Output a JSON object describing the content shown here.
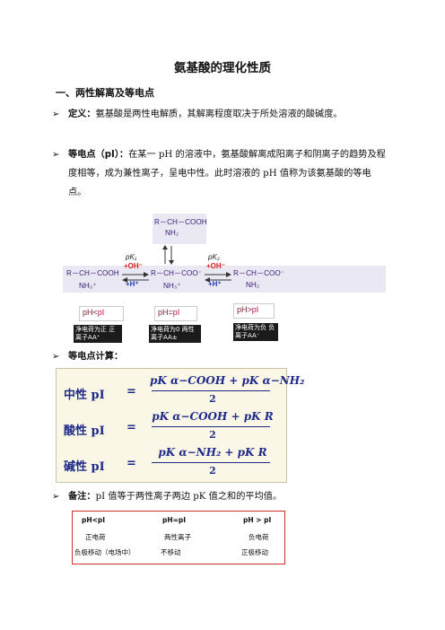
{
  "title": "氨基酸的理化性质",
  "section1": "一、两性解离及等电点",
  "bullet1": {
    "marker": "➢",
    "head": "定义：",
    "text": "氨基酸是两性电解质，其解离程度取决于所处溶液的酸碱度。"
  },
  "bullet2": {
    "marker": "➢",
    "head": "等电点（pI）：",
    "text": "在某一 pH 的溶液中，氨基酸解离成阳离子和阴离子的趋势及程度相等，成为兼性离子，呈电中性。此时溶液的 pH 值称为该氨基酸的等电点。"
  },
  "diagram": {
    "top_line1": "R－CH－COOH",
    "top_line2": "NH₂",
    "left_line1": "R－CH－COOH",
    "left_line2": "NH₃⁺",
    "mid_line1": "R－CH－COO⁻",
    "mid_line2": "NH₃⁺",
    "right_line1": "R－CH－COO⁻",
    "right_line2": "NH₂",
    "pk1": "pK₁",
    "pk2": "pK₂",
    "oh1": "+OH⁻",
    "h1": "+H⁺",
    "oh2": "+OH⁻",
    "h2": "+H⁺",
    "ph_left": "pH<",
    "ph_mid": "pH=",
    "ph_right": "pH>",
    "pi": "pI",
    "note_left": "净电荷为正 正离子AA⁺",
    "note_mid": "净电荷为0 两性离子AA±",
    "note_right": "净电荷为负 负离子AA⁻"
  },
  "bullet3": {
    "marker": "➢",
    "head": "等电点计算："
  },
  "formulas": [
    {
      "label": "中性",
      "pi": "pI",
      "eq": "=",
      "numerator": "pK α−COOH + pK α−NH₂",
      "denominator": "2"
    },
    {
      "label": "酸性",
      "pi": "pI",
      "eq": "=",
      "numerator": "pK α−COOH + pK R",
      "denominator": "2"
    },
    {
      "label": "碱性",
      "pi": "pI",
      "eq": "=",
      "numerator": "pK α−NH₂ + pK R",
      "denominator": "2"
    }
  ],
  "bullet4": {
    "marker": "➢",
    "head": "备注：",
    "text": "pI 值等于两性离子两边 pK 值之和的平均值。"
  },
  "comparison": {
    "row1": [
      "pH<pI",
      "pH=pI",
      "pH > pI"
    ],
    "row2": [
      "正电荷",
      "两性离子",
      "负电荷"
    ],
    "row3": [
      "负极移动（电场中）",
      "不移动",
      "正极移动"
    ]
  },
  "colors": {
    "formula_text": "#1f2a8a",
    "oh_label": "#d8201e",
    "h_label": "#1d3fb0",
    "box_border": "#d23030"
  }
}
